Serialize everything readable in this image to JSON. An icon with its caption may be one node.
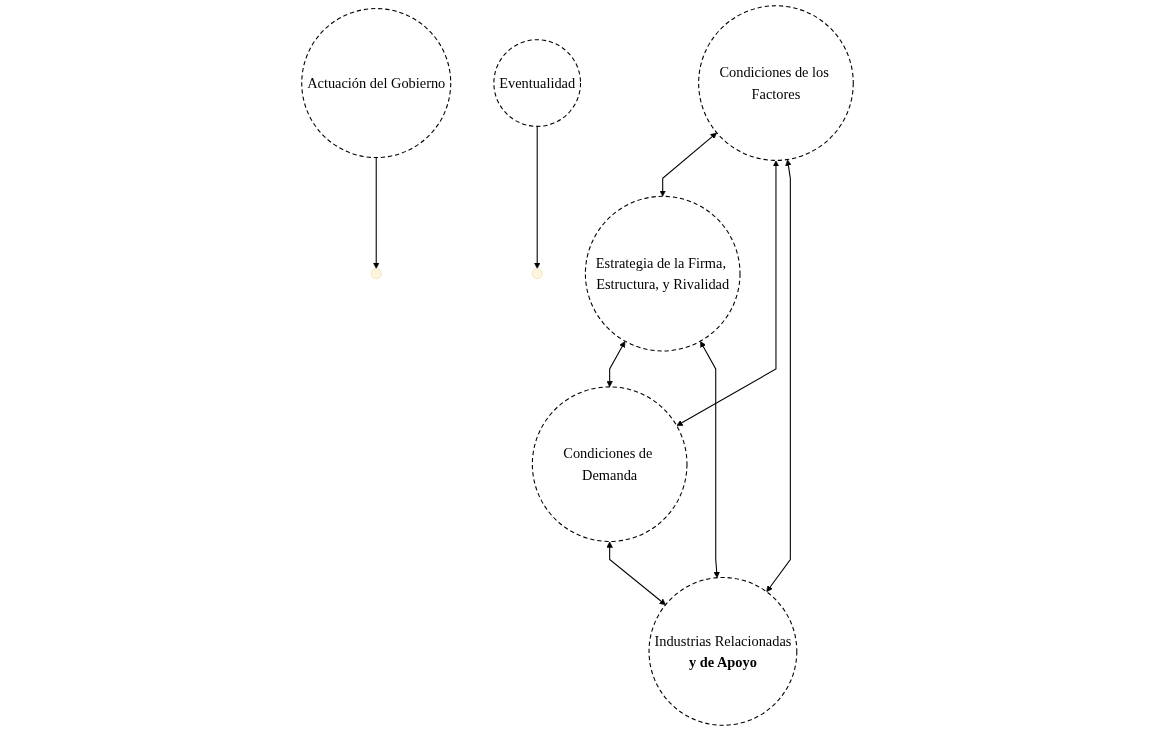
{
  "diagram": {
    "nodes": [
      {
        "text": [
          "Actuación del Gobierno"
        ]
      },
      {
        "text": [
          "Estrategia de la Firma, Estructura, y Rivalidad"
        ]
      },
      {
        "text": [
          "Condiciones de los Factores"
        ]
      },
      {
        "text": [
          "Condiciones de Demanda"
        ]
      },
      {
        "text": [
          "Industrias Relacionadas",
          "y de Apoyo"
        ]
      },
      {
        "text": [
          "Eventualidad"
        ]
      }
    ],
    "edges": [
      {
        "from": 2,
        "to": 1,
        "arrow": "both"
      },
      {
        "from": 0,
        "to": null,
        "arrow": "to"
      },
      {
        "from": 1,
        "to": 3,
        "arrow": "both"
      },
      {
        "from": 1,
        "to": 4,
        "arrow": "both"
      },
      {
        "from": 2,
        "to": 3,
        "arrow": "both"
      },
      {
        "from": 2,
        "to": 4,
        "arrow": "both"
      },
      {
        "from": 3,
        "to": 4,
        "arrow": "both"
      },
      {
        "from": 5,
        "to": null,
        "arrow": "to"
      }
    ]
  }
}
